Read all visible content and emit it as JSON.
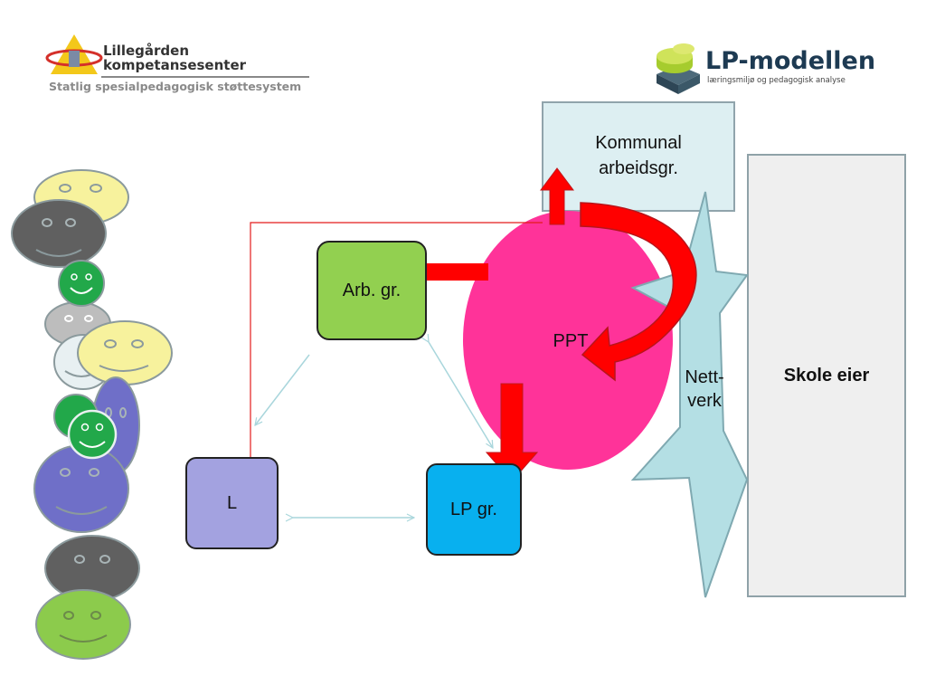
{
  "logos": {
    "lillegarden": {
      "line1": "Lillegården",
      "line2": "kompetansesenter",
      "subtitle": "Statlig spesialpedagogisk støttesystem"
    },
    "lp_modellen": {
      "title": "LP-modellen",
      "subtitle": "læringsmiljø og pedagogisk analyse"
    }
  },
  "diagram": {
    "kommunal": "Kommunal\narbeidsgr.",
    "skole_eier": "Skole eier",
    "arb_gr": "Arb. gr.",
    "l": "L",
    "lp_gr": "LP gr.",
    "ppt": "PPT",
    "nettverk": "Nett-\nverk"
  },
  "colors": {
    "ppt": "#ff3399",
    "nettverk": "#b4dfe4",
    "arrow_red": "#ff0000",
    "arb_gr": "#92d050",
    "l": "#a3a2e0",
    "lp_gr": "#08b0ef",
    "kommunal": "#ddeff2",
    "skole_eier": "#efefef"
  },
  "faces": [
    {
      "color": "#f7f29d"
    },
    {
      "color": "#606060"
    },
    {
      "color": "#22a84a"
    },
    {
      "color": "#bdbdbd"
    },
    {
      "color": "#e8f0f2"
    },
    {
      "color": "#f7f29d"
    },
    {
      "color": "#6f6fc8"
    },
    {
      "color": "#22a84a"
    },
    {
      "color": "#22a84a"
    },
    {
      "color": "#6f6fc8"
    },
    {
      "color": "#606060"
    },
    {
      "color": "#8ccb4c"
    }
  ]
}
